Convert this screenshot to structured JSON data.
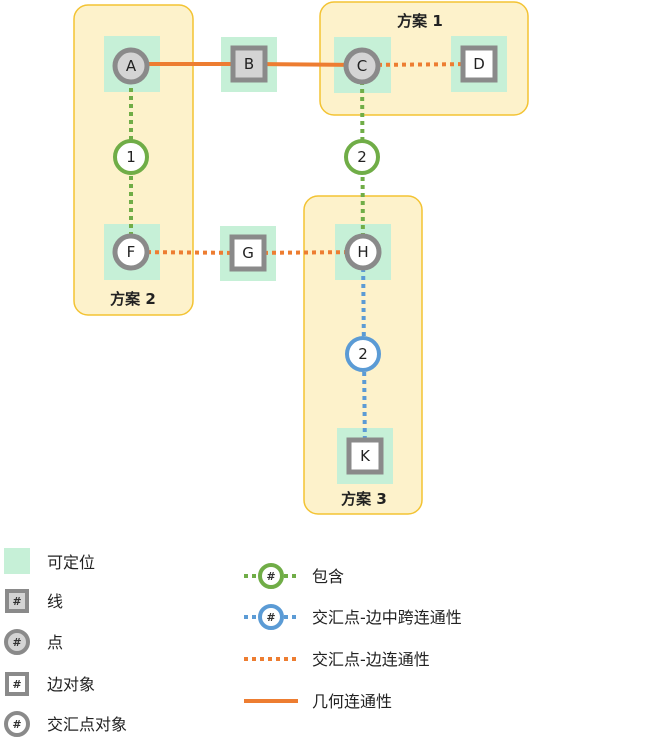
{
  "colors": {
    "group_fill": "#fdf2cb",
    "group_stroke": "#f3c333",
    "locatable": "#c6f0d7",
    "node_gray": "#8a8a8a",
    "node_fill_gray": "#d4d4d4",
    "green": "#70ad47",
    "blue": "#5b9bd5",
    "orange": "#ed7d31"
  },
  "schemes": {
    "s1": "方案 1",
    "s2": "方案 2",
    "s3": "方案 3"
  },
  "nodes": {
    "A": "A",
    "B": "B",
    "C": "C",
    "D": "D",
    "F": "F",
    "G": "G",
    "H": "H",
    "K": "K",
    "r1": "1",
    "r2a": "2",
    "r2b": "2"
  },
  "legend": {
    "locatable": "可定位",
    "line": "线",
    "point": "点",
    "edge_object": "边对象",
    "junction_object": "交汇点对象",
    "containment": "包含",
    "junction_edge_midspan": "交汇点-边中跨连通性",
    "junction_edge": "交汇点-边连通性",
    "geometric": "几何连通性",
    "hash": "#"
  }
}
